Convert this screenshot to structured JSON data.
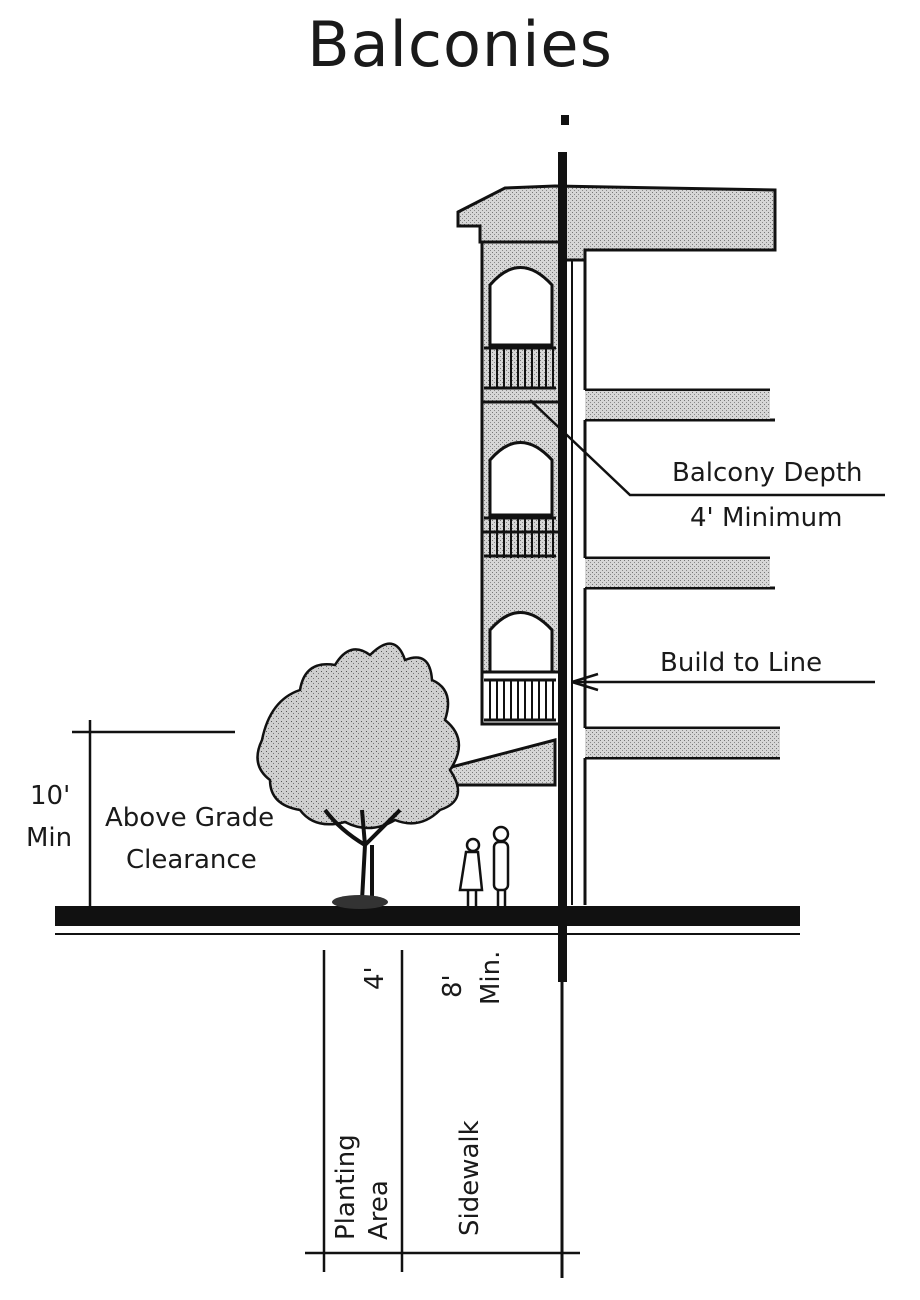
{
  "title": "Balconies",
  "annotations": {
    "balcony_depth": "Balcony Depth",
    "balcony_depth_min": "4' Minimum",
    "build_to_line": "Build to Line",
    "clearance_value": "10'",
    "clearance_min": "Min",
    "clearance_label_1": "Above Grade",
    "clearance_label_2": "Clearance",
    "planting_width": "4'",
    "sidewalk_width": "8'",
    "sidewalk_min": "Min.",
    "planting_label_1": "Planting",
    "planting_label_2": "Area",
    "sidewalk_label": "Sidewalk"
  },
  "colors": {
    "ink": "#111111",
    "hatch": "#c8c8c8",
    "tree": "#bdbdbd"
  }
}
